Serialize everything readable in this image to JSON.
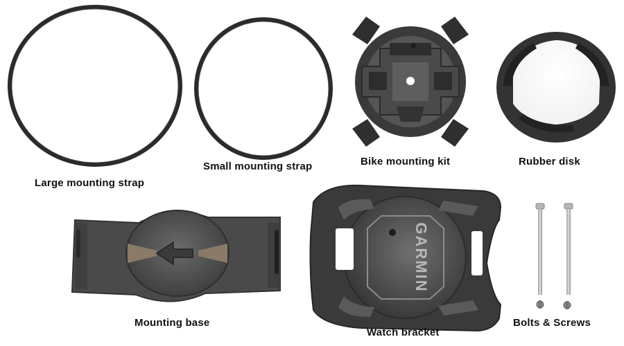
{
  "labels": {
    "large_strap": "Large mounting strap",
    "small_strap": "Small mounting strap",
    "bike_kit": "Bike mounting kit",
    "rubber_disk": "Rubber disk",
    "mounting_base": "Mounting base",
    "watch_bracket": "Watch bracket",
    "bolts_screws": "Bolts & Screws"
  },
  "bracket_logo": "GARMIN",
  "colors": {
    "background": "#ffffff",
    "rubber": "#2b2b2b",
    "plastic_dark": "#3a3a3a",
    "plastic_mid": "#555555",
    "plastic_light": "#6b6b6b",
    "metal": "#c9c9c9",
    "label_text": "#111111"
  }
}
